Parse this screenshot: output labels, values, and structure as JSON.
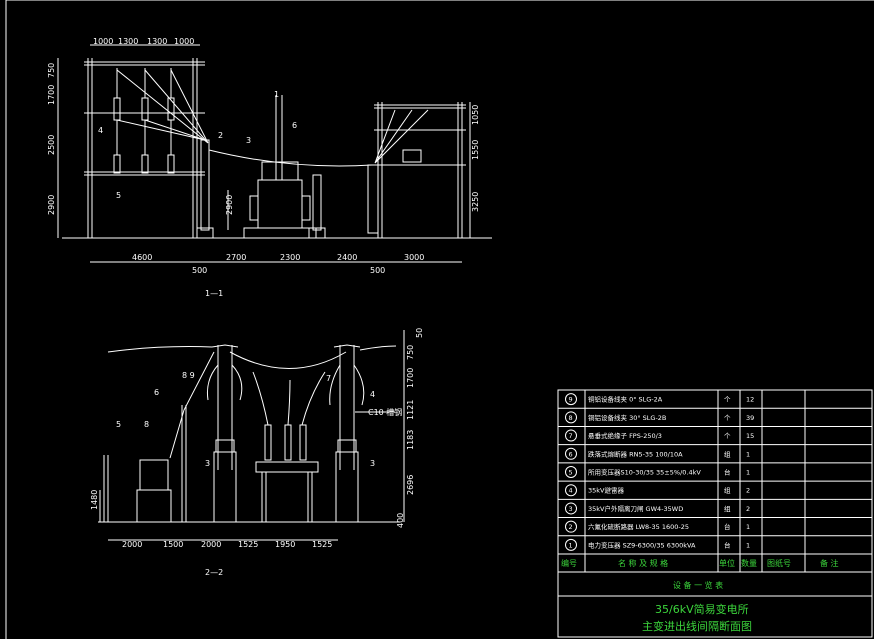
{
  "section_top": {
    "label": "1—1",
    "top_dims": [
      "1000",
      "1300",
      "1300",
      "1000"
    ],
    "left_dims": [
      "750",
      "1700",
      "2500",
      "2900"
    ],
    "right_dims": [
      "1050",
      "1550",
      "3250"
    ],
    "bottom_dims": [
      "4600",
      "500",
      "2700",
      "2300",
      "2400",
      "500",
      "3000"
    ],
    "mid_dim": "2900",
    "callouts": [
      "1",
      "2",
      "3",
      "4",
      "5",
      "6"
    ]
  },
  "section_bottom": {
    "label": "2—2",
    "right_dims": [
      "50",
      "750",
      "1700",
      "1121",
      "1183",
      "2696",
      "400"
    ],
    "bottom_dims": [
      "2000",
      "1500",
      "2000",
      "1525",
      "1950",
      "1525"
    ],
    "left_dim": "1480",
    "beam_label": "C10 槽钢",
    "callouts": [
      "5",
      "6",
      "8",
      "8 9",
      "7",
      "4",
      "3",
      "3"
    ]
  },
  "equipment_table": {
    "rows": [
      {
        "no": "9",
        "name": "铜铝设备线夹 0°  SLG-2A",
        "unit": "个",
        "qty": "12"
      },
      {
        "no": "8",
        "name": "铜铝设备线夹 30°  SLG-2B",
        "unit": "个",
        "qty": "39"
      },
      {
        "no": "7",
        "name": "悬垂式绝缘子  FPS-250/3",
        "unit": "个",
        "qty": "15"
      },
      {
        "no": "6",
        "name": "跌落式熔断器 RN5-35 100/10A",
        "unit": "组",
        "qty": "1"
      },
      {
        "no": "5",
        "name": "所用变压器S10-30/35 35±5%/0.4kV",
        "unit": "台",
        "qty": "1"
      },
      {
        "no": "4",
        "name": "35kV避雷器",
        "unit": "组",
        "qty": "2"
      },
      {
        "no": "3",
        "name": "35kV户外隔离刀闸 GW4-35WD",
        "unit": "组",
        "qty": "2"
      },
      {
        "no": "2",
        "name": "六氟化硫断路器 LW8-35 1600-25",
        "unit": "台",
        "qty": "1"
      },
      {
        "no": "1",
        "name": "电力变压器 SZ9-6300/35 6300kVA",
        "unit": "台",
        "qty": "1"
      }
    ],
    "header": {
      "no": "编号",
      "name": "名 称 及 规 格",
      "unit": "单位",
      "qty": "数量",
      "drawing": "图纸号",
      "remark": "备  注"
    },
    "caption": "设  备  一  览  表",
    "title_line1": "35/6kV简易变电所",
    "title_line2": "主变进出线间隔断面图"
  }
}
